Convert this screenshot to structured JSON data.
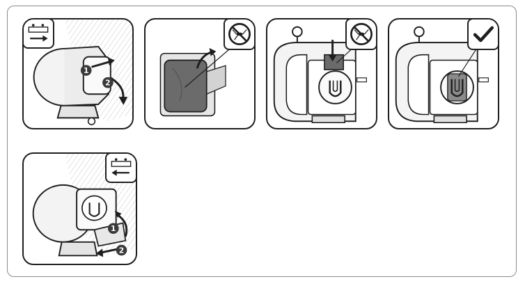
{
  "steps": [
    {
      "id": 1,
      "callouts": [
        "1",
        "2"
      ],
      "corner_icon": "slide-open-icon",
      "status": "instruction"
    },
    {
      "id": 2,
      "callouts": [],
      "corner_icon": "no-mosquito-icon",
      "status": "prohibited"
    },
    {
      "id": 3,
      "callouts": [],
      "corner_icon": "no-mosquito-icon",
      "status": "prohibited"
    },
    {
      "id": 4,
      "callouts": [],
      "corner_icon": "checkmark-icon",
      "status": "correct"
    },
    {
      "id": 5,
      "callouts": [
        "1",
        "2"
      ],
      "corner_icon": "slide-close-icon",
      "status": "instruction"
    }
  ],
  "colors": {
    "line": "#1e1e1e",
    "frame": "#8a8a8a",
    "pad": "#6b6b6b",
    "shade": "#d9d9d9",
    "hatch": "#9a9a9a",
    "callout_bg": "#3a3a3a"
  }
}
